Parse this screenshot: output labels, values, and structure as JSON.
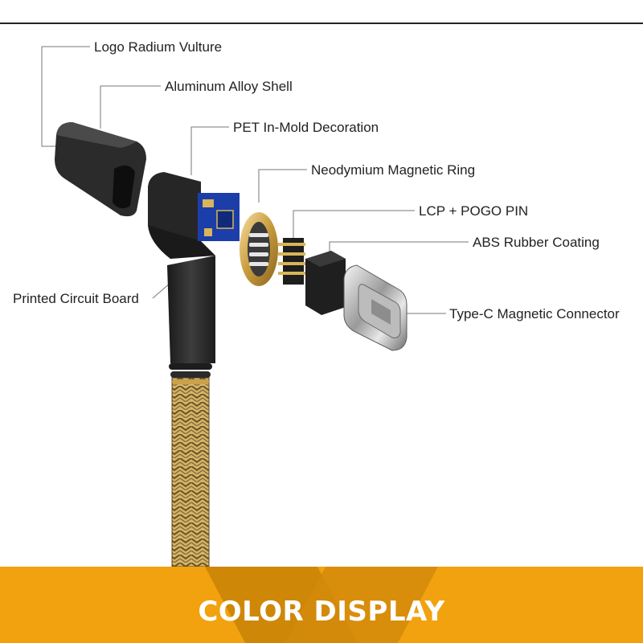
{
  "labels": {
    "logo": "Logo Radium Vulture",
    "shell": "Aluminum Alloy Shell",
    "pet": "PET In-Mold Decoration",
    "magnetic_ring": "Neodymium Magnetic Ring",
    "lcp": "LCP + POGO PIN",
    "abs": "ABS Rubber Coating",
    "pcb": "Printed Circuit Board",
    "typec": "Type-C Magnetic Connector"
  },
  "banner": {
    "title": "COLOR DISPLAY",
    "color": "#f2a20f"
  },
  "colors": {
    "cable_braid": "#c9a24a",
    "housing": "#2a2a2a",
    "pcb": "#1b3ea8",
    "gold": "#d9b45a"
  }
}
